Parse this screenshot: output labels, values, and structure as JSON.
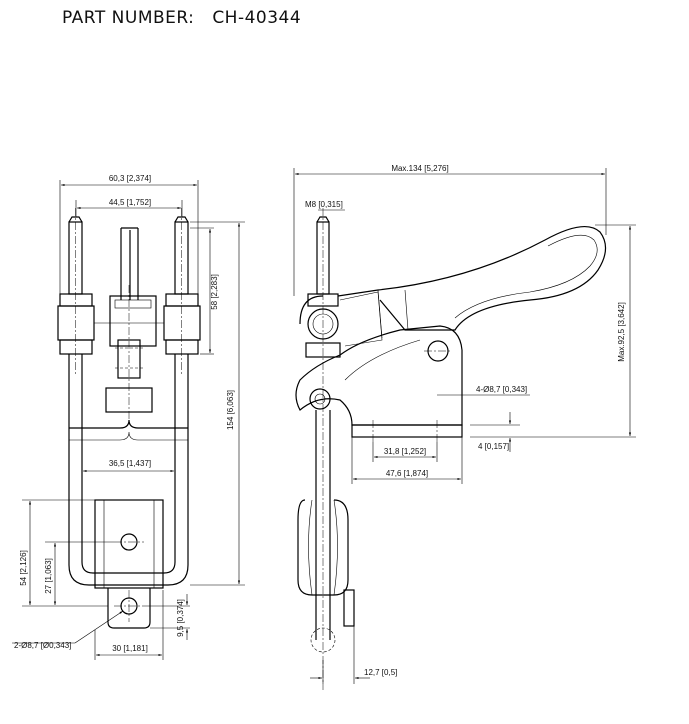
{
  "part_number": {
    "label": "PART NUMBER:",
    "value": "CH-40344"
  },
  "front_view": {
    "width_total": "60,3 [2,374]",
    "spindle_pitch": "44,5 [1,752]",
    "upper_height": "58 [2,283]",
    "total_height": "154 [6,063]",
    "inner_width": "36,5 [1,437]",
    "lower_height": "54 [2,126]",
    "hole_height": "27 [1,063]",
    "tab_offset": "9,5 [0,374]",
    "mount_holes": "2-Ø8,7 [Ø0,343]",
    "tab_width": "30 [1,181]"
  },
  "side_view": {
    "max_length": "Max.134 [5,276]",
    "thread": "M8 [0,315]",
    "max_height": "Max.92,5 [3,642]",
    "base_holes": "4-Ø8,7 [0,343]",
    "hole_pitch": "31,8 [1,252]",
    "base_length": "47,6 [1,874]",
    "base_thickness": "4 [0,157]",
    "tab_thickness": "12,7 [0,5]"
  }
}
